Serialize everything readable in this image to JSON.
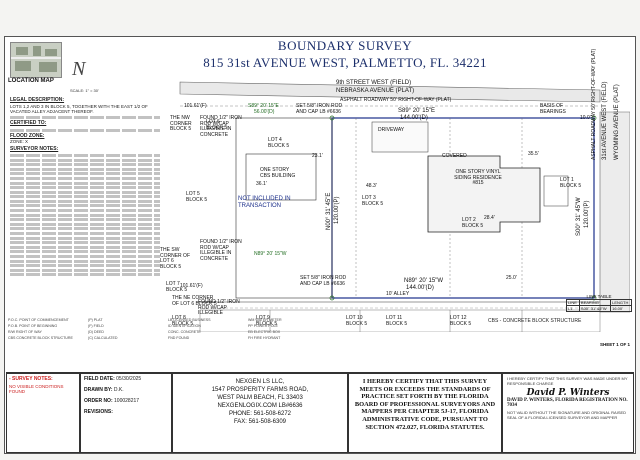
{
  "title": {
    "line1": "BOUNDARY SURVEY",
    "line2": "815 31st AVENUE WEST, PALMETTO, FL. 34221"
  },
  "location_map": {
    "caption": "LOCATION MAP"
  },
  "north": {
    "symbol": "N",
    "scale_text": "SCALE: 1\" = 30'"
  },
  "notes": {
    "legal_header": "LEGAL DESCRIPTION:",
    "legal_text": "LOTS 1,2 AND 3 IN BLOCK 5, TOGETHER WITH THE EAST 1/2 OF VACATED ALLEY ADJACENT THEREOF.",
    "certified_header": "CERTIFIED TO:",
    "certified_text": "",
    "zone_header": "FLOOD ZONE:",
    "zone_text": "ZONE: X",
    "notes_header": "SURVEYOR NOTES:"
  },
  "streets": {
    "ninth_street": "9th STREET WEST (FIELD)",
    "nebraska": "NEBRASKA AVENUE (PLAT)",
    "asphalt_top": "ASPHALT ROADWAY 50' RIGHT-OF-WAY (PLAT)",
    "thirtyfirst": "31st AVENUE WEST (FIELD)",
    "wyoming": "WYOMING AVENUE (PLAT)",
    "asphalt_right": "ASPHALT ROADWAY 50' RIGHT-OF-WAY (PLAT)"
  },
  "survey": {
    "top_bearing": "S89° 20' 15\"E",
    "top_distance": "144.00'(D)",
    "bottom_bearing": "N89° 20' 15\"W",
    "bottom_distance": "144.00'(D)",
    "left_bearing": "N00° 31' 45\"E",
    "left_distance": "120.00'(P)",
    "right_bearing": "S00° 31' 45\"W",
    "right_distance": "120.00'(P)",
    "house_label": "ONE STORY VINYL SIDING RESIDENCE #815",
    "driveway": "DRIVEWAY",
    "covered": "COVERED",
    "lot1": "LOT 1 BLOCK 5",
    "lot2": "LOT 2 BLOCK 5",
    "lot3": "LOT 3 BLOCK 5",
    "lot4": "LOT 4 BLOCK 5",
    "lot5": "LOT 5 BLOCK 5",
    "lot6": "LOT 6 BLOCK 5",
    "lot7": "LOT 7 BLOCK 5",
    "lot8": "LOT 8 BLOCK 5",
    "lot9": "LOT 9 BLOCK 5",
    "lot10": "LOT 10 BLOCK 5",
    "lot11": "LOT 11 BLOCK 5",
    "lot12": "LOT 12 BLOCK 5",
    "not_included": "NOT INCLUDED IN TRANSACTION",
    "one_story_cbs": "ONE STORY CBS BUILDING",
    "found_rod_1": "FOUND 1/2\" IRON ROD W/CAP ILLEGIBLE IN CONCRETE",
    "found_rod_2": "FOUND 1/2\" IRON ROD W/CAP ILLEGIBLE IN CONCRETE",
    "found_rod_3": "FOUND 1/2\" IRON ROD W/CAP ILLEGIBLE",
    "set_rod_1": "SET 5/8\" IRON ROD AND CAP LB #6636",
    "set_rod_2": "SET 5/8\" IRON ROD AND CAP LB #6636",
    "sw_corner": "THE SW CORNER OF LOT 6 BLOCK 5",
    "nw_corner": "THE NW CORNER BLOCK 5",
    "ne_corner": "THE NE CORNER OF LOT 6 BLOCK 5",
    "basis": "BASIS OF BEARINGS",
    "alley": "10' ALLEY",
    "dim_56": "56.00'(D)",
    "dim_101": "101.61'(F)",
    "dim_101b": "101.61'(F)",
    "bearing_w": "S89° 20' 15\"E",
    "bearing_w2": "N89° 20' 15\"W",
    "dim_35": "35.5'",
    "dim_36": "36.1'",
    "dim_23": "23.1'",
    "dim_48": "48.3'",
    "dim_28": "28.4'",
    "dim_10": "10.0'",
    "dim_25": "25.0'"
  },
  "legend_items": [
    "P.O.C. POINT OF COMMENCEMENT",
    "P.O.B. POINT OF BEGINNING",
    "R/W RIGHT OF WAY",
    "CBS CONCRETE BLOCK STRUCTURE",
    "(P) PLAT",
    "(F) FIELD",
    "(D) DEED",
    "(C) CALCULATED",
    "LB LICENSED BUSINESS",
    "ID IDENTIFICATION",
    "CONC. CONCRETE",
    "FND FOUND",
    "WM WATER METER",
    "PP POWER POLE",
    "EB ELECTRIC BOX",
    "FH FIRE HYDRANT"
  ],
  "line_table": {
    "title": "LINE TABLE",
    "headers": [
      "LINE",
      "BEARING",
      "LENGTH"
    ],
    "row": [
      "L1",
      "S00° 31' 45\"W",
      "16.00'"
    ]
  },
  "cbs_note": "CBS - CONCRETE BLOCK STRUCTURE",
  "sheet": "SHEET 1 OF 1",
  "revisions": {
    "title": "- SURVEY NOTES:",
    "text": "NO VISIBLE CONDITIONS FOUND"
  },
  "fields": {
    "field_date_label": "FIELD DATE:",
    "field_date": "05/30/2025",
    "drawn_by_label": "DRAWN BY:",
    "drawn_by": "D.K.",
    "order_no_label": "ORDER NO:",
    "order_no": "100028217",
    "revisions_label": "REVISIONS:"
  },
  "company": {
    "name": "NEXGEN LS LLC,",
    "address1": "1547 PROSPERITY FARMS ROAD,",
    "address2": "WEST PALM BEACH, FL 33403",
    "web": "NEXGENLOGIX.COM LB#6636",
    "phone": "PHONE: 561-508-6272",
    "fax": "FAX: 561-508-6309"
  },
  "certification": {
    "text": "I HEREBY CERTIFY THAT THIS SURVEY MEETS OR EXCEEDS THE STANDARDS OF PRACTICE SET FORTH BY THE FLORIDA BOARD OF PROFESSIONAL SURVEYORS AND MAPPERS PER CHAPTER 5J-17, FLORIDA ADMINISTRATIVE CODE, PURSUANT TO SECTION 472.027, FLORIDA STATUTES."
  },
  "signature": {
    "seal": "David P. Winters",
    "top_text": "I HEREBY CERTIFY THAT THIS SURVEY WAS MADE UNDER MY RESPONSIBLE CHARGE",
    "name": "DAVID P. WINTERS, FLORIDA REGISTRATION NO. 7034",
    "bottom_text": "NOT VALID WITHOUT THE SIGNATURE AND ORIGINAL RAISED SEAL OF A FLORIDA LICENSED SURVEYOR AND MAPPER"
  }
}
